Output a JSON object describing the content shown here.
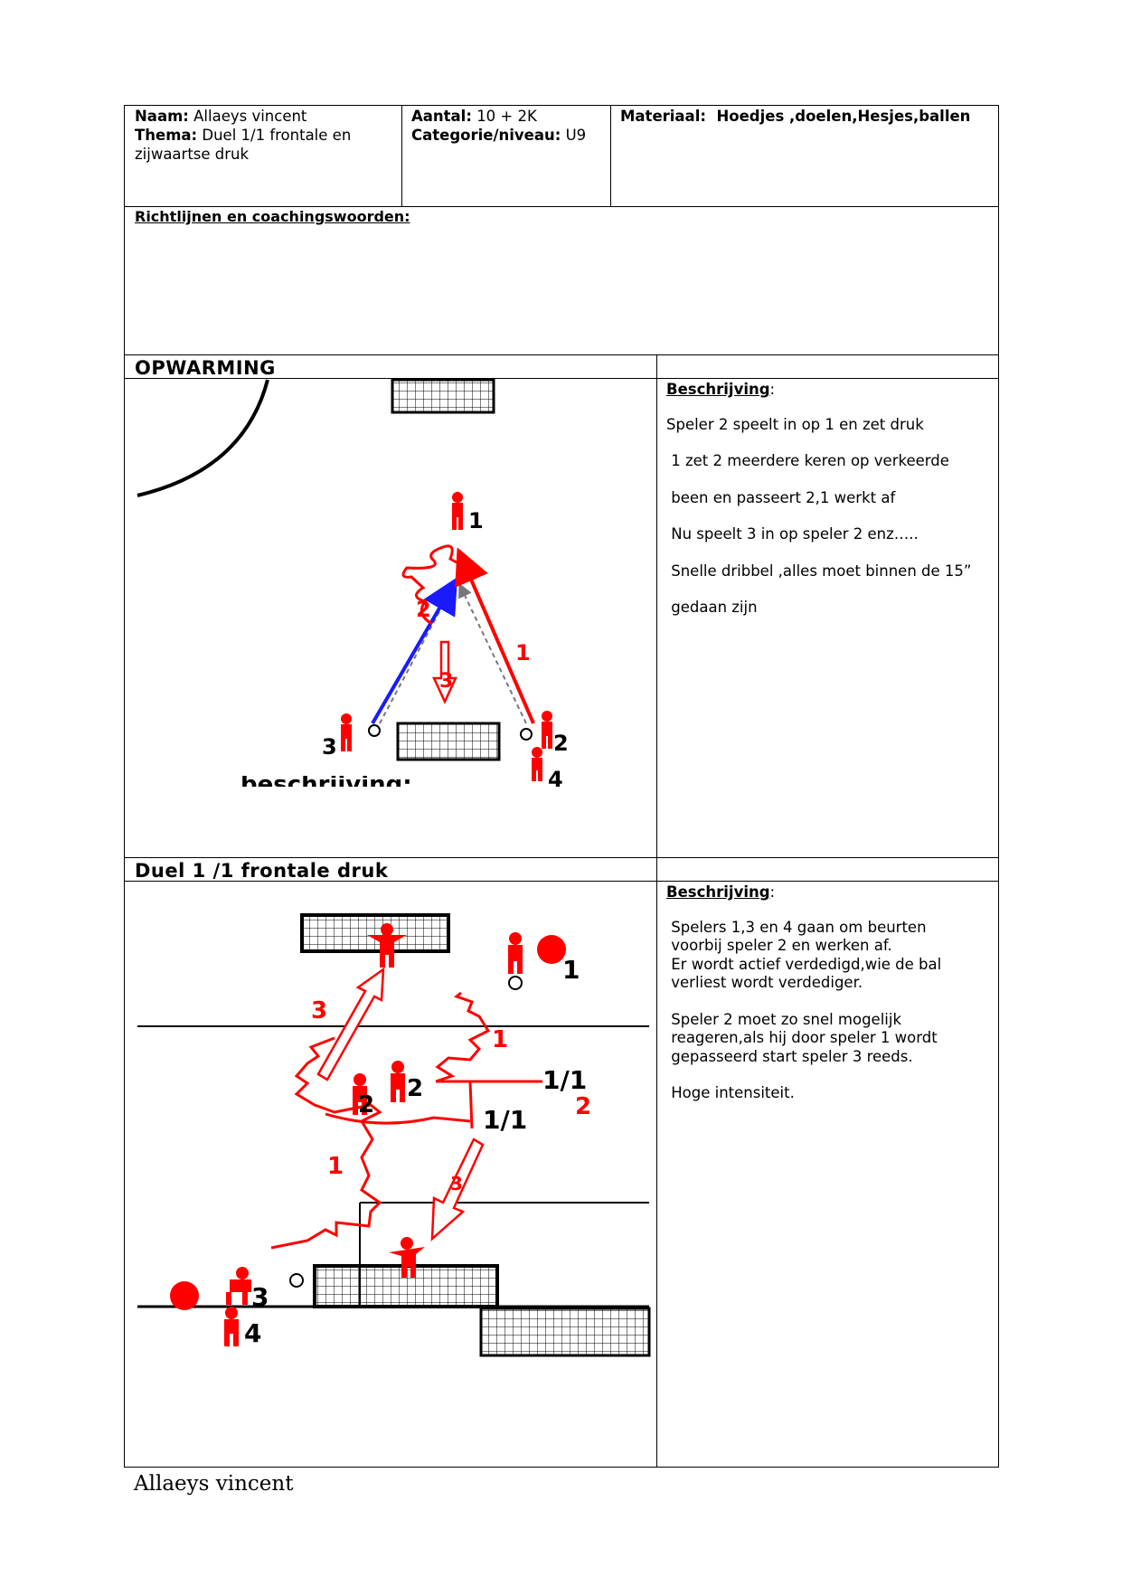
{
  "header": {
    "naam_label": "Naam:",
    "naam_value": "Allaeys vincent",
    "thema_label": "Thema:",
    "thema_value": "Duel 1/1 frontale en",
    "thema_value_2": "zijwaartse druk",
    "aantal_label": "Aantal:",
    "aantal_value": "10 + 2K",
    "categorie_label": "Categorie/niveau:",
    "categorie_value": "U9",
    "materiaal_label": "Materiaal:",
    "materiaal_value": "Hoedjes ,doelen,Hesjes,ballen"
  },
  "richtlijnen_label": "Richtlijnen en coachingswoorden:",
  "section1": {
    "title": "OPWARMING",
    "desc_heading": "Beschrijving",
    "desc_colon": ":",
    "lines": [
      "Speler 2 speelt in op 1 en zet druk",
      " 1 zet 2 meerdere keren op verkeerde",
      " been en passeert 2,1 werkt af",
      " Nu speelt 3 in op speler 2 enz…..",
      " Snelle dribbel ,alles moet binnen de 15”",
      " gedaan zijn"
    ],
    "diagram_labels": {
      "p1": "1",
      "p2": "2",
      "p3": "3",
      "p4": "4",
      "arrow1": "1",
      "arrow2": "2",
      "arrow3": "3",
      "cut_text": "beschrijving:"
    }
  },
  "section2": {
    "title": "Duel 1 /1 frontale druk",
    "desc_heading": "Beschrijving",
    "desc_colon": ":",
    "lines": [
      " Spelers 1,3 en 4 gaan om beurten",
      " voorbij speler 2 en werken af.",
      " Er wordt actief verdedigd,wie de bal",
      " verliest wordt verdediger.",
      "",
      " Speler 2 moet zo snel mogelijk",
      " reageren,als hij door speler 1 wordt",
      " gepasseerd start speler 3 reeds.",
      "",
      " Hoge intensiteit."
    ],
    "diagram_labels": {
      "p1": "1",
      "p2a": "2",
      "p2b": "2",
      "p3": "3",
      "p4": "4",
      "duel_a": "1/1",
      "duel_b": "1/1",
      "route1_top": "1",
      "route1_bottom": "1",
      "route2": "2",
      "route3_top": "3",
      "route3_bottom": "3"
    }
  },
  "footer": "Allaeys vincent",
  "colors": {
    "red": "#ff0000",
    "blue": "#1a1aff",
    "black": "#000000"
  }
}
